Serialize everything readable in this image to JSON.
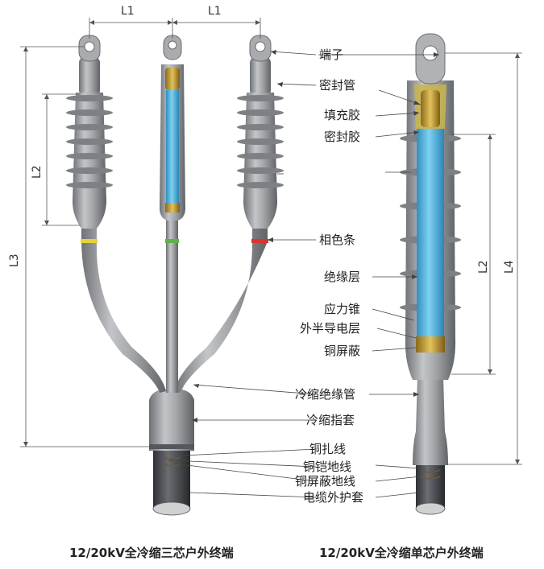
{
  "left_caption": "12/20kV全冷缩三芯户外终端",
  "right_caption": "12/20kV全冷缩单芯户外终端",
  "dimension_labels": {
    "l1_left": "L1",
    "l1_right": "L1",
    "l2_left": "L2",
    "l3": "L3",
    "l2_right": "L2",
    "l4": "L4"
  },
  "callouts": [
    "端子",
    "密封管",
    "填充胶",
    "密封胶",
    "相色条",
    "绝缘层",
    "应力锥",
    "外半导电层",
    "铜屏蔽",
    "冷缩绝缘管",
    "冷缩指套",
    "铜扎线",
    "铜铠地线",
    "铜屏蔽地线",
    "电缆外护套"
  ],
  "colors": {
    "rubber_gray": "#9a9c9f",
    "rubber_dark": "#5e6165",
    "insulation_blue": "#4fb3e0",
    "sealant_yellow": "#d9b23a",
    "phase_yellow": "#e8d23a",
    "phase_green": "#5fb14a",
    "phase_red": "#d8352d",
    "sheath_dark": "#3a3c40"
  }
}
